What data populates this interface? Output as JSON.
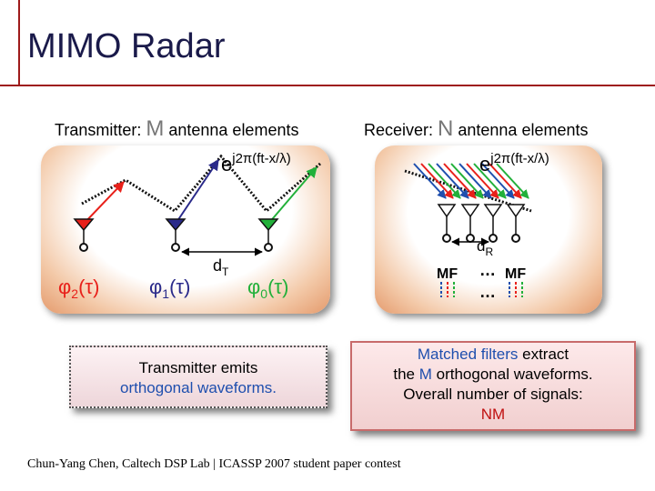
{
  "title": "MIMO Radar",
  "transmitter": {
    "heading_prefix": "Transmitter: ",
    "heading_var": "M",
    "heading_suffix": " antenna elements",
    "wave": "e",
    "wave_exp": "j2π(ft-x/λ)",
    "phases": [
      {
        "base": "φ",
        "sub": "2",
        "arg": "(τ)",
        "color": "#e8201a"
      },
      {
        "base": "φ",
        "sub": "1",
        "arg": "(τ)",
        "color": "#2a2a8a"
      },
      {
        "base": "φ",
        "sub": "0",
        "arg": "(τ)",
        "color": "#22b03a"
      }
    ],
    "spacing_base": "d",
    "spacing_sub": "T",
    "note_line1": "Transmitter emits",
    "note_line2": "orthogonal waveforms."
  },
  "receiver": {
    "heading_prefix": "Receiver: ",
    "heading_var": "N",
    "heading_suffix": " antenna elements",
    "wave": "e",
    "wave_exp": "j2π(ft-x/λ)",
    "spacing_base": "d",
    "spacing_sub": "R",
    "mf_left": "MF",
    "ellipsis": "…",
    "mf_right": "MF",
    "note_line1_highlight": "Matched filters",
    "note_line1_rest": " extract",
    "note_line2_prefix": "the ",
    "note_line2_var": "M",
    "note_line2_rest": " orthogonal waveforms.",
    "note_line3": "Overall number of signals:",
    "note_line4": "NM"
  },
  "footer": "Chun-Yang Chen, Caltech DSP Lab | ICASSP 2007 student paper contest",
  "colors": {
    "red": "#e8201a",
    "navy": "#2a2a8a",
    "green": "#22b03a",
    "accent_blue": "#1f4fae",
    "accent_red": "#c01010",
    "rule": "#9e1a1a"
  }
}
